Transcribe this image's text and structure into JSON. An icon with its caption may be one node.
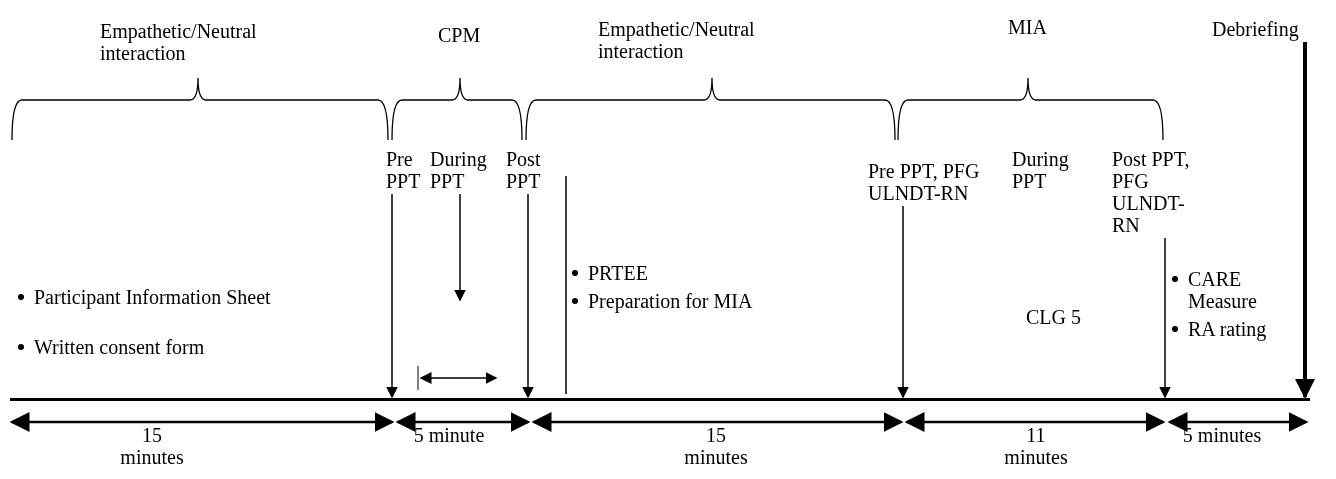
{
  "diagram": {
    "nodes": [
      {
        "text": [
          "Pre PPT"
        ]
      },
      {
        "text": [
          "During PPT"
        ]
      },
      {
        "text": [
          "Post PPT"
        ]
      },
      {
        "text": [
          "Pre PPT, PFG ULNDT-RN"
        ]
      },
      {
        "text": [
          "Post PPT, PFG ULNDT-RN"
        ]
      },
      {
        "text": [
          "Debriefing"
        ]
      },
      {
        "text": [],
        "shape": "bar"
      }
    ],
    "edges": [
      {
        "from": 0,
        "to": 6,
        "arrow": "to"
      },
      {
        "from": 1,
        "to": null,
        "arrow": "to"
      },
      {
        "from": 2,
        "to": 6,
        "arrow": "to"
      },
      {
        "from": 3,
        "to": 6,
        "arrow": "to"
      },
      {
        "from": 4,
        "to": 6,
        "arrow": "to"
      },
      {
        "from": 5,
        "to": 6,
        "arrow": "to",
        "style": "thick"
      }
    ],
    "labels": [
      "Empathetic/Neutral interaction",
      "CPM",
      "Empathetic/Neutral interaction",
      "MIA",
      "During PPT",
      "PRTEE",
      "Preparation for MIA",
      "CARE Measure",
      "RA rating",
      "Participant Information Sheet",
      "Written consent form",
      "CLG 5",
      "15 minutes",
      "5 minute",
      "15 minutes",
      "11 minutes",
      "5 minutes"
    ]
  }
}
